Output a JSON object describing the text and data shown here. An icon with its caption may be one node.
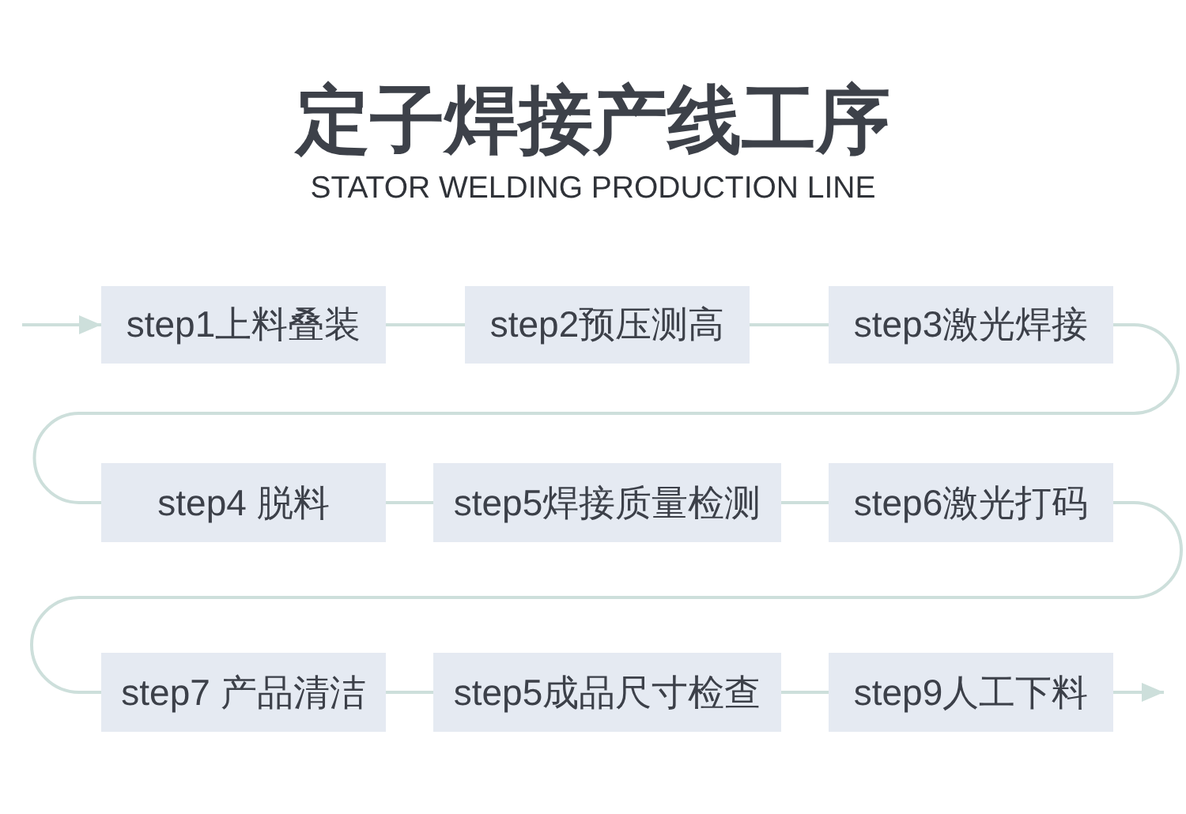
{
  "diagram": {
    "title": "定子焊接产线工序",
    "nodes": [
      {
        "text": [
          "step1上料叠装"
        ]
      },
      {
        "text": [
          "step2预压测高"
        ]
      },
      {
        "text": [
          "step3激光焊接"
        ]
      },
      {
        "text": [
          "step4 脱料"
        ]
      },
      {
        "text": [
          "step5焊接质量检测"
        ]
      },
      {
        "text": [
          "step6激光打码"
        ]
      },
      {
        "text": [
          "step7 产品清洁"
        ]
      },
      {
        "text": [
          "step5成品尺寸检查"
        ]
      },
      {
        "text": [
          "step9人工下料"
        ]
      }
    ],
    "edges": [
      {
        "from": null,
        "to": 0,
        "arrow": "to"
      },
      {
        "from": 0,
        "to": 1,
        "arrow": "none"
      },
      {
        "from": 1,
        "to": 2,
        "arrow": "none"
      },
      {
        "from": 2,
        "to": 3,
        "arrow": "none"
      },
      {
        "from": 3,
        "to": 4,
        "arrow": "none"
      },
      {
        "from": 4,
        "to": 5,
        "arrow": "none"
      },
      {
        "from": 5,
        "to": 6,
        "arrow": "none"
      },
      {
        "from": 6,
        "to": 7,
        "arrow": "none"
      },
      {
        "from": 7,
        "to": 8,
        "arrow": "none"
      },
      {
        "from": 8,
        "to": null,
        "arrow": "to"
      }
    ],
    "labels": [
      "STATOR WELDING PRODUCTION LINE"
    ]
  }
}
